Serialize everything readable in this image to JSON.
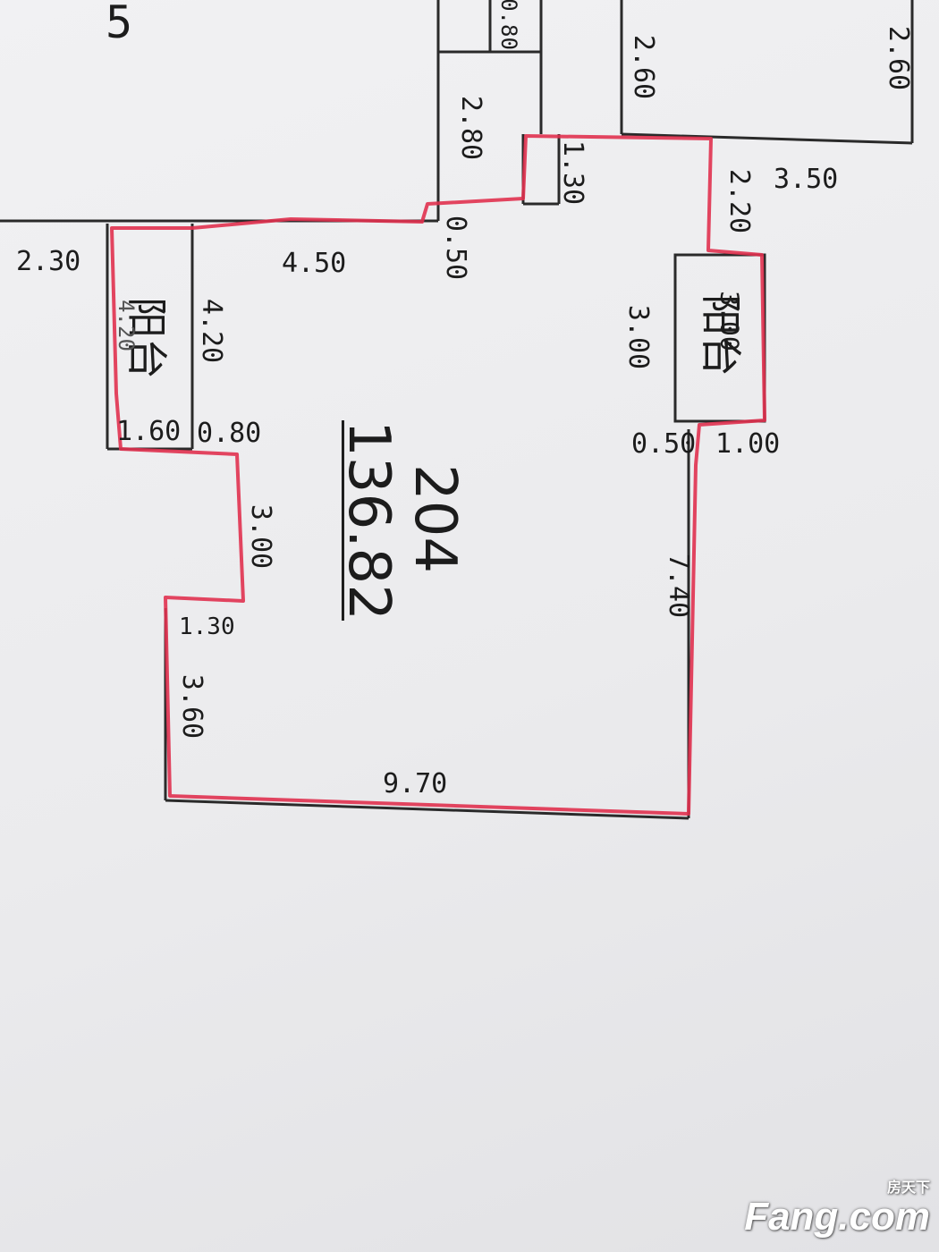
{
  "floor_plan": {
    "unit_number": "204",
    "area": "136.82",
    "balcony_label": "阳台",
    "dimensions": {
      "top_left_partial": "5",
      "left_outer": "2.30",
      "main_top": "4.50",
      "notch_top": "0.50",
      "utility_width": "1.30",
      "upper_room_width": "2.80",
      "upper_small": "0.80",
      "right_top_room": "2.60",
      "far_right_room": "2.60",
      "right_span": "3.50",
      "right_short": "2.20",
      "balcony_left_depth": "4.20",
      "inner_depth": "4.20",
      "balcony_right_depth": "3.00",
      "balcony_right_inner": "3.00",
      "balcony_left_width": "1.60",
      "step_small": "0.80",
      "right_notch": "0.50",
      "balcony_right_width": "1.00",
      "step_depth": "3.00",
      "step_width": "1.30",
      "lower_left_depth": "3.60",
      "right_length": "7.40",
      "bottom_width": "9.70"
    }
  },
  "colors": {
    "wall": "#2a2a2a",
    "outline": "#e0314f",
    "paper": "#ededef"
  },
  "watermark": {
    "brand": "Fang.com",
    "tagline": "房天下"
  }
}
